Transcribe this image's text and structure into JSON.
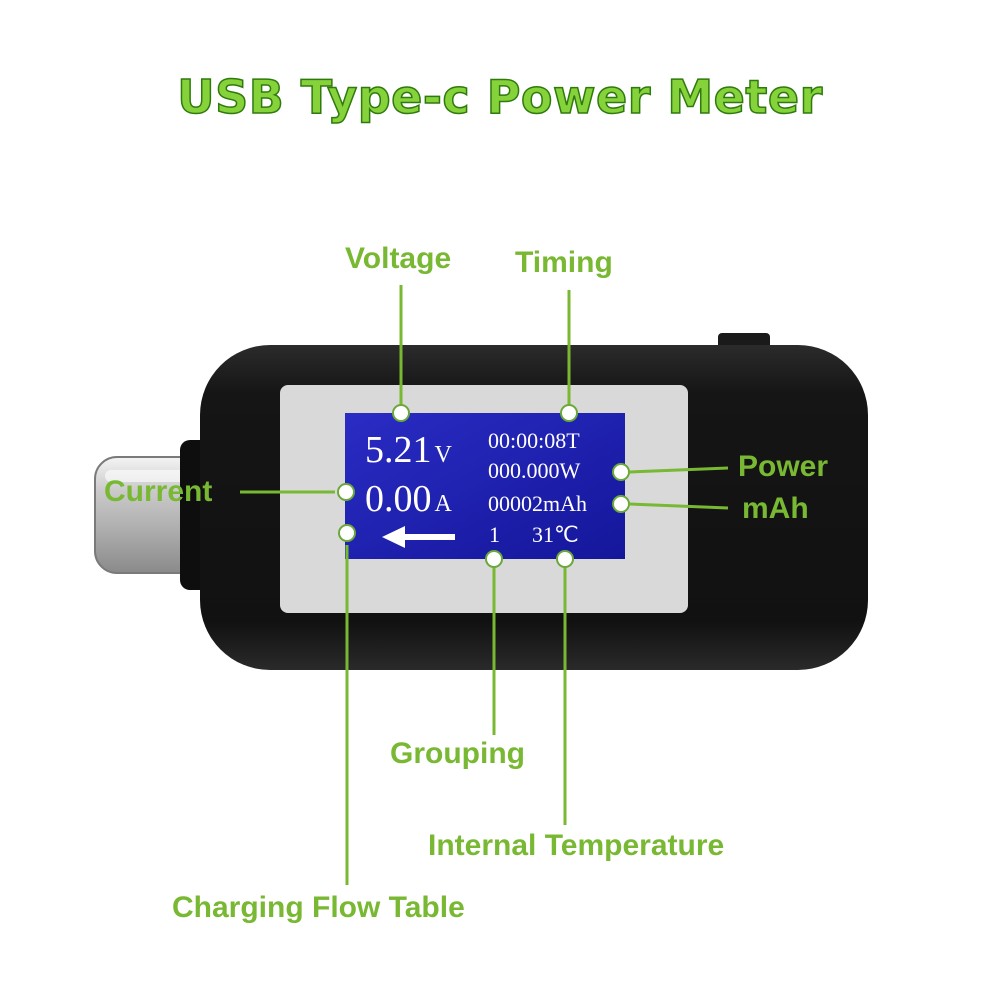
{
  "title": "USB Type-c Power Meter",
  "display": {
    "voltage": "5.21",
    "voltage_unit": "V",
    "current": "0.00",
    "current_unit": "A",
    "timing": "00:00:08T",
    "power": "000.000W",
    "mah": "00002mAh",
    "group": "1",
    "temperature": "31℃"
  },
  "labels": {
    "voltage": "Voltage",
    "timing": "Timing",
    "current": "Current",
    "power": "Power",
    "mah": "mAh",
    "grouping": "Grouping",
    "internal_temperature": "Internal Temperature",
    "charging_flow": "Charging Flow Table"
  },
  "colors": {
    "label_green": "#78b832",
    "title_green": "#86d23a",
    "lcd_blue": "#1d1eb0",
    "device_body": "#161616"
  }
}
